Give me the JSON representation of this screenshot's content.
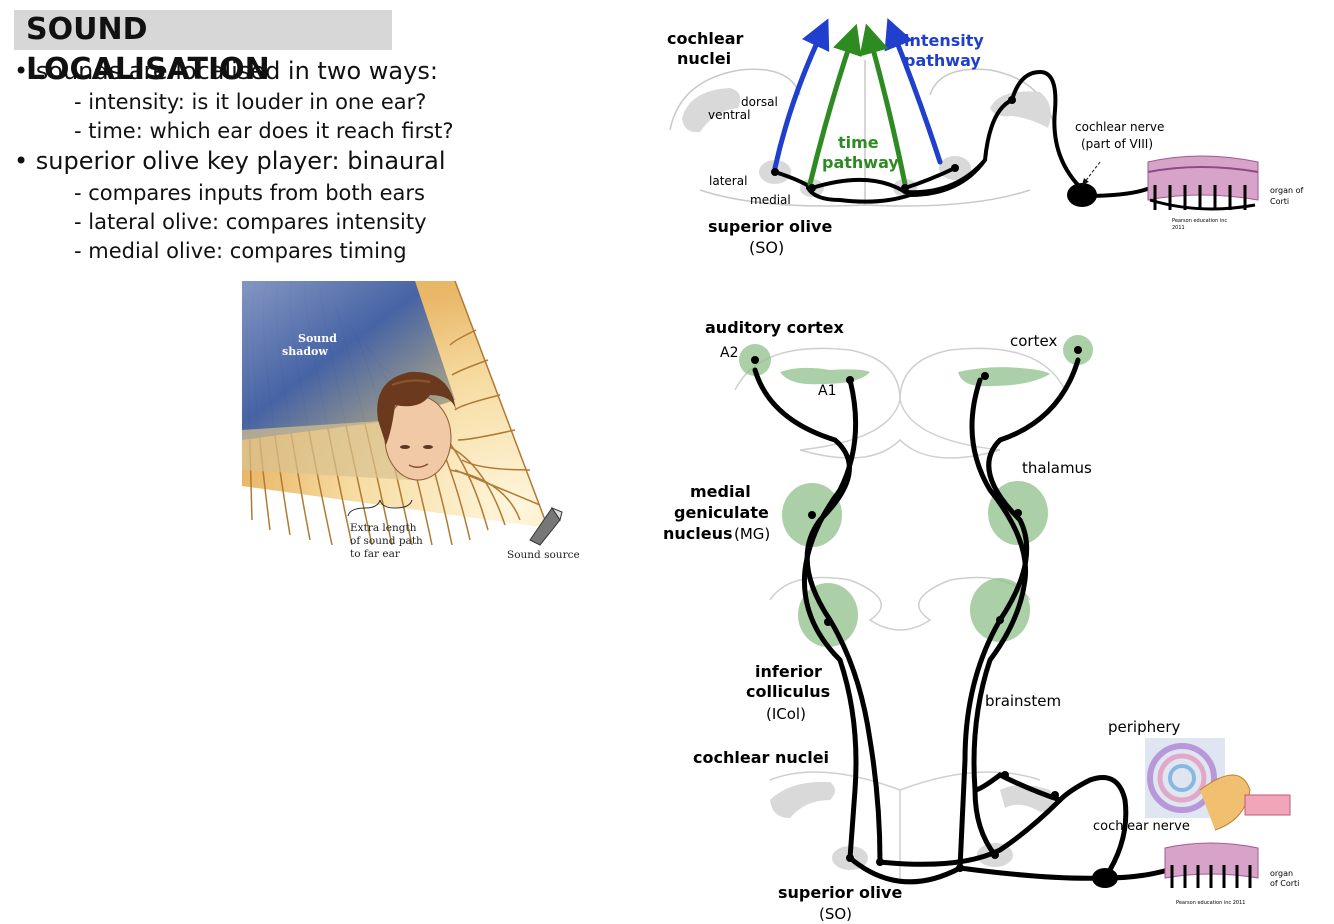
{
  "slide": {
    "title": "SOUND LOCALISATION",
    "bullets": [
      {
        "text": "• sounds are localised in two ways:",
        "subs": [
          "- intensity: is it louder in one ear?",
          "- time: which ear does it reach first?"
        ]
      },
      {
        "text": "• superior olive key player: binaural",
        "subs": [
          "- compares inputs from both ears",
          "- lateral olive: compares intensity",
          "- medial olive: compares timing"
        ]
      }
    ]
  },
  "head_figure": {
    "sound_shadow": [
      "Sound",
      "shadow"
    ],
    "extra_length": [
      "Extra length",
      "of sound path",
      "to far ear"
    ],
    "sound_source": "Sound source"
  },
  "top_diagram": {
    "cochlear_nuclei": [
      "cochlear",
      "nuclei"
    ],
    "intensity_pathway": [
      "intensity",
      "pathway"
    ],
    "time_pathway": [
      "time",
      "pathway"
    ],
    "dorsal": "dorsal",
    "ventral": "ventral",
    "lateral": "lateral",
    "medial": "medial",
    "superior_olive": "superior olive",
    "so": "(SO)",
    "cochlear_nerve": [
      "cochlear nerve",
      "(part of VIII)"
    ],
    "organ_of_corti": [
      "organ of",
      "Corti"
    ],
    "credit": [
      "Pearson education inc",
      "2011"
    ],
    "colors": {
      "intensity": "#1f3fcc",
      "time": "#2e8b22",
      "pathway": "#000000"
    }
  },
  "bottom_diagram": {
    "auditory_cortex": "auditory cortex",
    "a2": "A2",
    "a1": "A1",
    "cortex": "cortex",
    "thalamus": "thalamus",
    "mg": [
      "medial",
      "geniculate",
      "nucleus"
    ],
    "mg_abbrev": "(MG)",
    "inferior_colliculus": [
      "inferior",
      "colliculus"
    ],
    "icol": "(ICol)",
    "brainstem": "brainstem",
    "periphery": "periphery",
    "cochlear_nuclei": "cochlear nuclei",
    "cochlear_nerve": "cochlear nerve",
    "superior_olive": "superior olive",
    "so": "(SO)",
    "organ_of_corti": [
      "organ",
      "of Corti"
    ],
    "credit": "Pearson education inc 2011"
  }
}
